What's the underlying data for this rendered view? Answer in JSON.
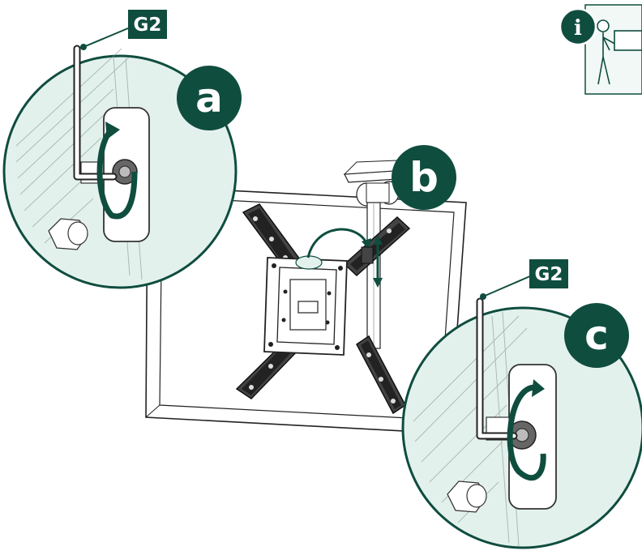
{
  "colors": {
    "accent": "#0f4d3f",
    "inset_fill": "#e3f1ec",
    "line": "#222222",
    "info_fill": "#f1f8f5"
  },
  "tags": {
    "tool_top": "G2",
    "tool_right": "G2"
  },
  "steps": {
    "a": "a",
    "b": "b",
    "c": "c"
  },
  "info": {
    "icon": "info-icon",
    "glyph": "i"
  },
  "icons": {
    "rotate_left": "rotate-arrow-icon",
    "rotate_right": "rotate-arrow-icon",
    "flip": "flip-arrow-icon",
    "adjust": "up-down-arrow-icon",
    "person": "person-holding-icon"
  }
}
